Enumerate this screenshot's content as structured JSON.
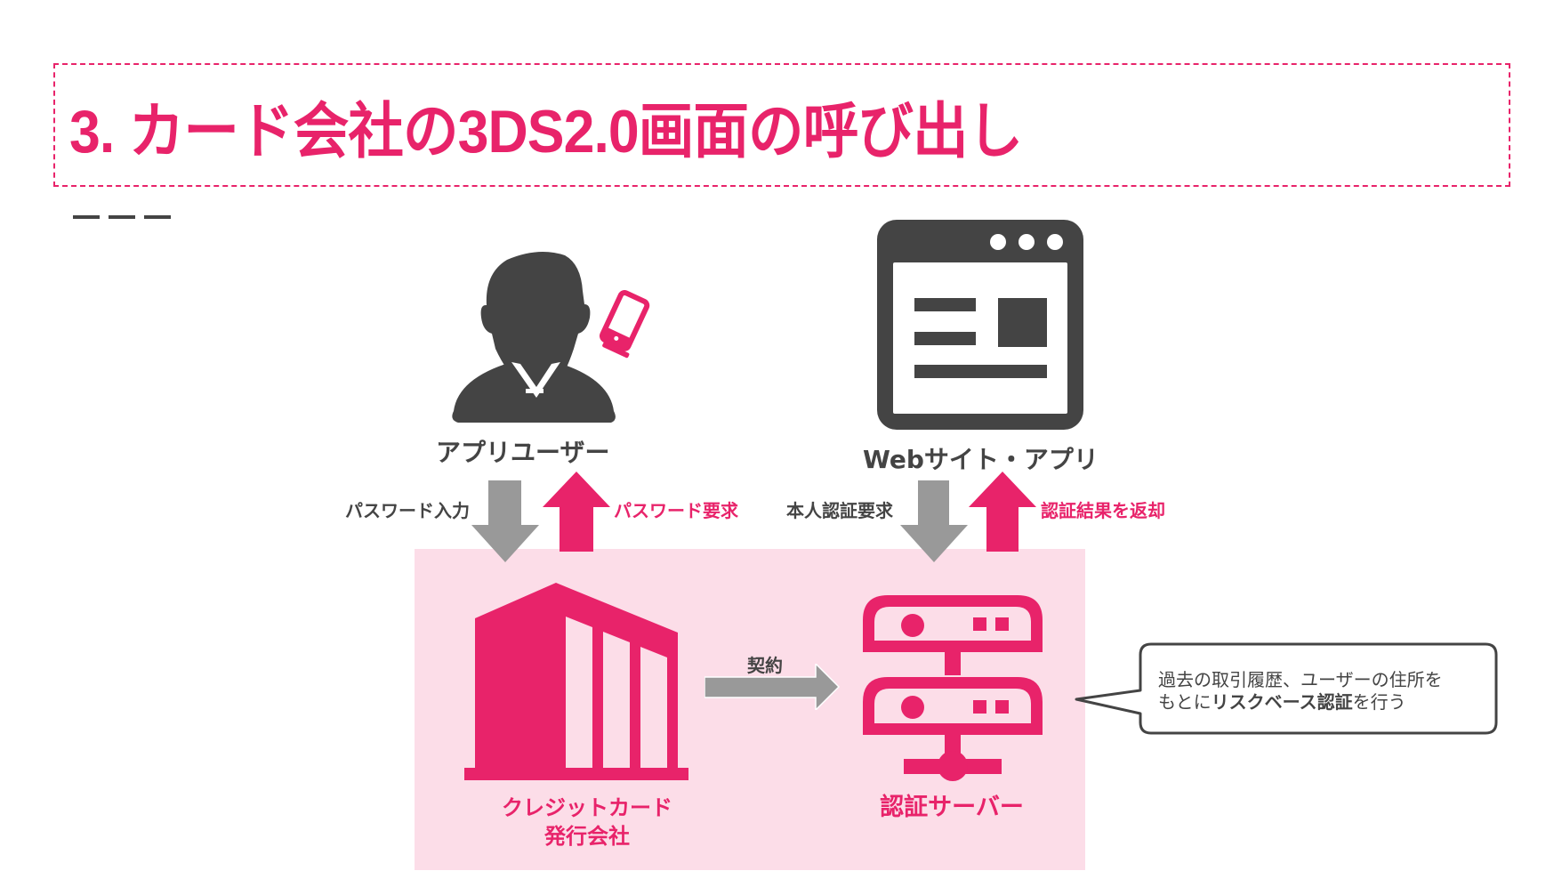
{
  "title": {
    "text": "3.  カード会社の3DS2.0画面の呼び出し"
  },
  "colors": {
    "accent": "#e8236a",
    "pink_bg": "#fcdde8",
    "icon_dark": "#444444",
    "arrow_grey": "#999999"
  },
  "actors": {
    "app_user": {
      "label": "アプリユーザー",
      "icon": "businessman-icon",
      "device_icon": "smartphone-icon"
    },
    "website": {
      "label": "Webサイト・アプリ",
      "icon": "browser-window-icon"
    }
  },
  "flows": {
    "password_input": "パスワード入力",
    "password_request": "パスワード要求",
    "auth_request": "本人認証要求",
    "auth_result": "認証結果を返却",
    "contract": "契約"
  },
  "nodes": {
    "issuer": {
      "line1": "クレジットカード",
      "line2": "発行会社",
      "icon": "building-icon"
    },
    "auth_server": {
      "label": "認証サーバー",
      "icon": "server-icon"
    }
  },
  "callout": {
    "line1": "過去の取引履歴、ユーザーの住所を",
    "line2_pre": "もとに",
    "line2_bold": "リスクベース認証",
    "line2_post": "を行う"
  }
}
